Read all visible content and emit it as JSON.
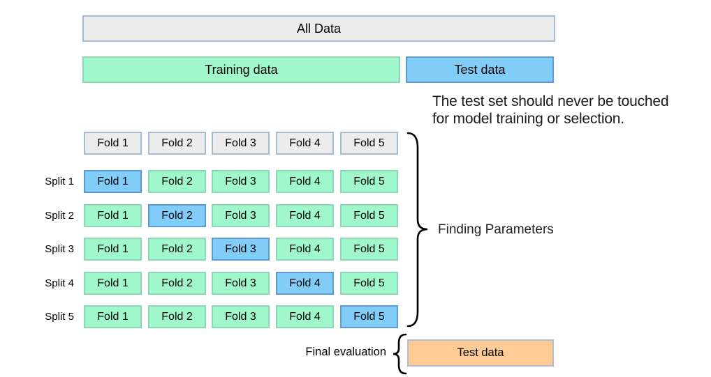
{
  "colors": {
    "gray_fill": "#ececec",
    "gray_border": "#a6bad2",
    "green_fill": "#a0f7cb",
    "green_border": "#8bd8b4",
    "blue_fill": "#82ccf8",
    "blue_border": "#5b9bd5",
    "orange_fill": "#fccb96",
    "orange_border": "#aebdd0"
  },
  "top_bars": {
    "all_data_label": "All Data",
    "training_label": "Training data",
    "test_label": "Test data"
  },
  "annotation": {
    "line1": "The test set should never be touched",
    "line2": "for model training or selection."
  },
  "cv_grid": {
    "header_folds": [
      "Fold 1",
      "Fold 2",
      "Fold 3",
      "Fold 4",
      "Fold 5"
    ],
    "splits": [
      {
        "label": "Split 1",
        "highlight": 0,
        "cells": [
          "Fold 1",
          "Fold 2",
          "Fold 3",
          "Fold 4",
          "Fold 5"
        ]
      },
      {
        "label": "Split 2",
        "highlight": 1,
        "cells": [
          "Fold 1",
          "Fold 2",
          "Fold 3",
          "Fold 4",
          "Fold 5"
        ]
      },
      {
        "label": "Split 3",
        "highlight": 2,
        "cells": [
          "Fold 1",
          "Fold 2",
          "Fold 3",
          "Fold 4",
          "Fold 5"
        ]
      },
      {
        "label": "Split 4",
        "highlight": 3,
        "cells": [
          "Fold 1",
          "Fold 2",
          "Fold 3",
          "Fold 4",
          "Fold 5"
        ]
      },
      {
        "label": "Split 5",
        "highlight": 4,
        "cells": [
          "Fold 1",
          "Fold 2",
          "Fold 3",
          "Fold 4",
          "Fold 5"
        ]
      }
    ]
  },
  "brace_labels": {
    "finding_parameters": "Finding Parameters",
    "final_evaluation": "Final evaluation"
  },
  "final_evaluation_box_label": "Test data"
}
